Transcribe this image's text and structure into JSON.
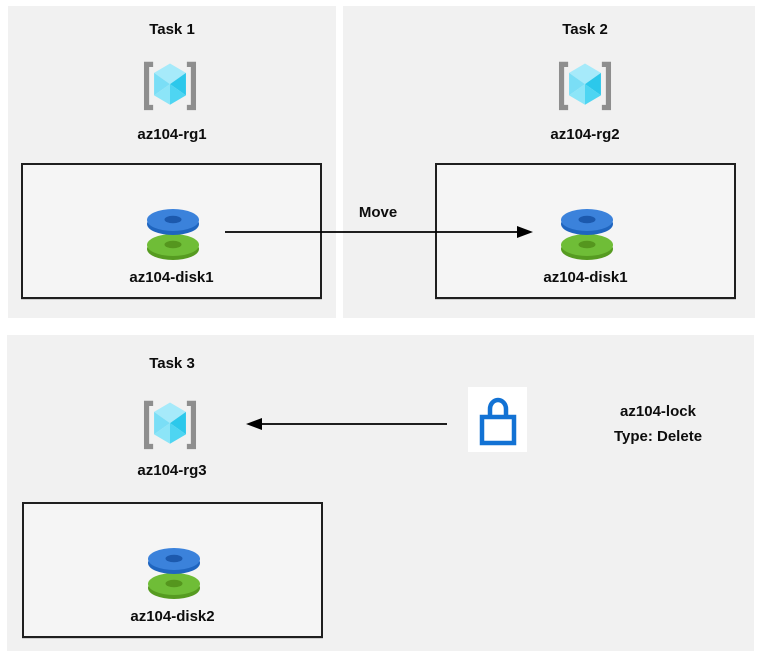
{
  "tasks": [
    {
      "title": "Task 1",
      "resource_group": "az104-rg1",
      "disk": "az104-disk1"
    },
    {
      "title": "Task 2",
      "resource_group": "az104-rg2",
      "disk": "az104-disk1"
    },
    {
      "title": "Task 3",
      "resource_group": "az104-rg3",
      "disk": "az104-disk2"
    }
  ],
  "arrows": [
    {
      "from": "az104-disk1 (az104-rg1)",
      "to": "az104-disk1 (az104-rg2)",
      "label": "Move",
      "direction": "right"
    },
    {
      "from": "az104-lock",
      "to": "az104-rg3",
      "label": "",
      "direction": "left"
    }
  ],
  "lock": {
    "name": "az104-lock",
    "type_line": "Type: Delete"
  },
  "colors": {
    "panel_bg": "#f1f1f1",
    "box_bg": "#f5f5f5",
    "box_border": "#1f1f1f",
    "arrow": "#000000",
    "text": "#0d0d0d",
    "bracket_gray": "#8e8e8e",
    "cube_top": "#a6eafa",
    "cube_left_upper": "#7adef6",
    "cube_left_lower": "#8ce5f8",
    "cube_right_upper": "#2cc8eb",
    "cube_right_lower": "#4ed5f2",
    "disk_blue_top": "#3b82db",
    "disk_blue_side": "#1f65bf",
    "disk_blue_hole": "#1c59ad",
    "disk_green_top": "#6fbd37",
    "disk_green_side": "#569b21",
    "disk_green_hole": "#55961e",
    "lock_blue": "#1272d4",
    "lock_tile_bg": "#ffffff"
  }
}
